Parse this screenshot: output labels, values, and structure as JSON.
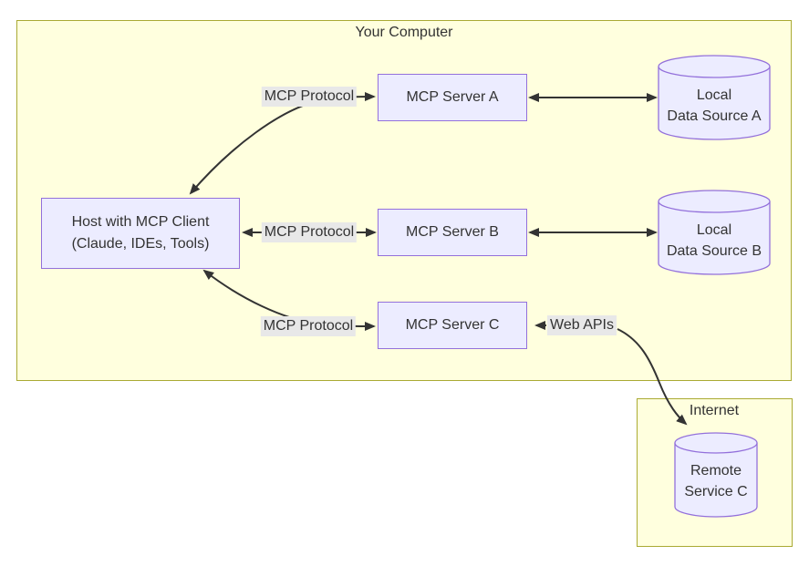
{
  "diagram": {
    "clusters": {
      "your_computer": {
        "label": "Your Computer"
      },
      "internet": {
        "label": "Internet"
      }
    },
    "nodes": {
      "host": {
        "line1": "Host with MCP Client",
        "line2": "(Claude, IDEs, Tools)"
      },
      "server_a": {
        "label": "MCP Server A"
      },
      "server_b": {
        "label": "MCP Server B"
      },
      "server_c": {
        "label": "MCP Server C"
      },
      "source_a": {
        "line1": "Local",
        "line2": "Data Source A"
      },
      "source_b": {
        "line1": "Local",
        "line2": "Data Source B"
      },
      "remote_c": {
        "line1": "Remote",
        "line2": "Service C"
      }
    },
    "edge_labels": {
      "protocol_a": "MCP Protocol",
      "protocol_b": "MCP Protocol",
      "protocol_c": "MCP Protocol",
      "web_apis": "Web APIs"
    },
    "colors": {
      "cluster_fill": "#ffffde",
      "cluster_border": "#aaaa33",
      "node_fill": "#ECECFF",
      "node_border": "#9370DB",
      "edge_stroke": "#333333",
      "edge_label_bg": "#e8e8e8",
      "text": "#333333"
    }
  }
}
